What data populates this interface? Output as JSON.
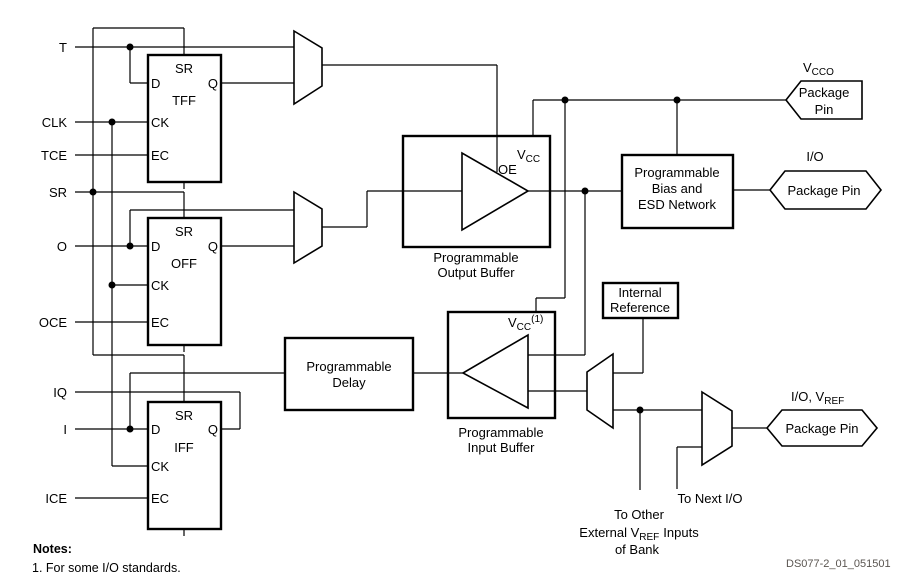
{
  "signals": {
    "t": "T",
    "clk": "CLK",
    "tce": "TCE",
    "sr": "SR",
    "o": "O",
    "oce": "OCE",
    "iq": "IQ",
    "i": "I",
    "ice": "ICE"
  },
  "flipflops": {
    "tff": {
      "sr": "SR",
      "d": "D",
      "q": "Q",
      "name": "TFF",
      "ck": "CK",
      "ec": "EC"
    },
    "off": {
      "sr": "SR",
      "d": "D",
      "q": "Q",
      "name": "OFF",
      "ck": "CK",
      "ec": "EC"
    },
    "iff": {
      "sr": "SR",
      "d": "D",
      "q": "Q",
      "name": "IFF",
      "ck": "CK",
      "ec": "EC"
    }
  },
  "blocks": {
    "output_buffer": {
      "line1": "Programmable",
      "line2": "Output Buffer",
      "oe": "OE",
      "vcc": {
        "base": "V",
        "sub": "CC"
      }
    },
    "input_buffer": {
      "line1": "Programmable",
      "line2": "Input Buffer",
      "vcc": {
        "base": "V",
        "sub": "CC",
        "sup": "(1)"
      }
    },
    "delay": {
      "line1": "Programmable",
      "line2": "Delay"
    },
    "bias": {
      "line1": "Programmable",
      "line2": "Bias and",
      "line3": "ESD Network"
    },
    "internal_reference": {
      "line1": "Internal",
      "line2": "Reference"
    }
  },
  "pins": {
    "vcco": {
      "label": {
        "base": "V",
        "sub": "CCO"
      },
      "line1": "Package",
      "line2": "Pin"
    },
    "io": {
      "label": "I/O",
      "text": "Package Pin"
    },
    "io_vref": {
      "label": {
        "base": "I/O, V",
        "sub": "REF"
      },
      "text": "Package Pin"
    }
  },
  "annotations": {
    "to_next_io": "To Next I/O",
    "to_other_line1": "To Other",
    "to_other_line2_base": "External V",
    "to_other_line2_sub": "REF",
    "to_other_line2_rest": "Inputs",
    "to_other_line3": "of Bank"
  },
  "notes": {
    "heading": "Notes:",
    "item1": "1. For some I/O standards."
  },
  "footer": "DS077-2_01_051501",
  "colors": {
    "line": "#000000",
    "background": "#ffffff",
    "footer_text": "#5a5550"
  }
}
